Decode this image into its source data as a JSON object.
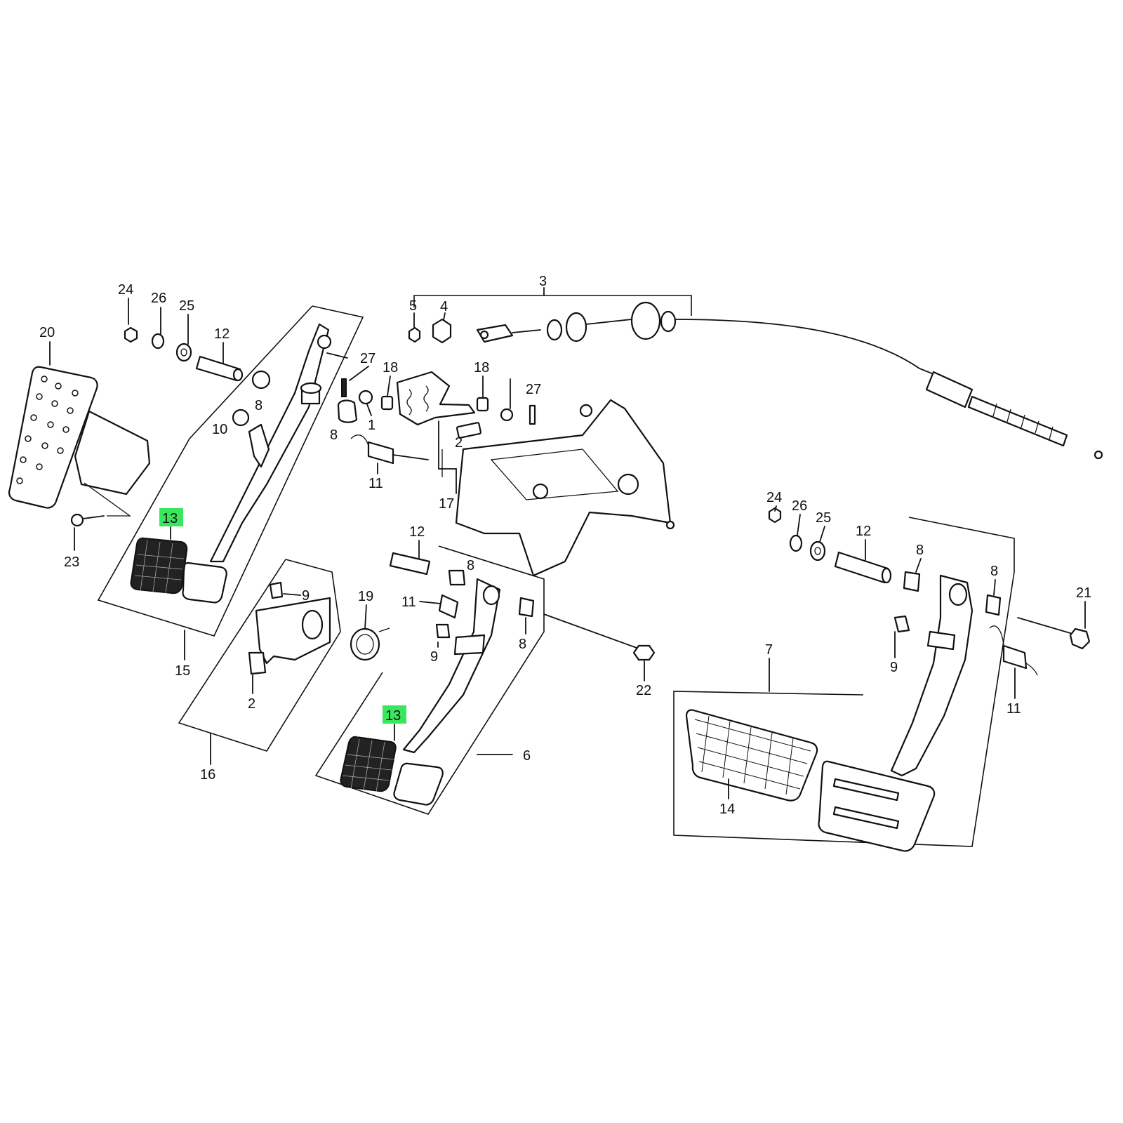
{
  "diagram": {
    "callouts": [
      {
        "id": "c24a",
        "text": "24"
      },
      {
        "id": "c26a",
        "text": "26"
      },
      {
        "id": "c25a",
        "text": "25"
      },
      {
        "id": "c12a",
        "text": "12"
      },
      {
        "id": "c20",
        "text": "20"
      },
      {
        "id": "c8a",
        "text": "8"
      },
      {
        "id": "c10",
        "text": "10"
      },
      {
        "id": "c23",
        "text": "23"
      },
      {
        "id": "c15",
        "text": "15"
      },
      {
        "id": "c27a",
        "text": "27"
      },
      {
        "id": "c18a",
        "text": "18"
      },
      {
        "id": "c8b",
        "text": "8"
      },
      {
        "id": "c1",
        "text": "1"
      },
      {
        "id": "c11a",
        "text": "11"
      },
      {
        "id": "c5",
        "text": "5"
      },
      {
        "id": "c4",
        "text": "4"
      },
      {
        "id": "c3",
        "text": "3"
      },
      {
        "id": "c18b",
        "text": "18"
      },
      {
        "id": "c27b",
        "text": "27"
      },
      {
        "id": "c2a",
        "text": "2"
      },
      {
        "id": "c17",
        "text": "17"
      },
      {
        "id": "c9a",
        "text": "9"
      },
      {
        "id": "c19",
        "text": "19"
      },
      {
        "id": "c2b",
        "text": "2"
      },
      {
        "id": "c16",
        "text": "16"
      },
      {
        "id": "c12b",
        "text": "12"
      },
      {
        "id": "c8c",
        "text": "8"
      },
      {
        "id": "c11b",
        "text": "11"
      },
      {
        "id": "c9b",
        "text": "9"
      },
      {
        "id": "c8d",
        "text": "8"
      },
      {
        "id": "c22",
        "text": "22"
      },
      {
        "id": "c6",
        "text": "6"
      },
      {
        "id": "c24b",
        "text": "24"
      },
      {
        "id": "c26b",
        "text": "26"
      },
      {
        "id": "c25b",
        "text": "25"
      },
      {
        "id": "c12c",
        "text": "12"
      },
      {
        "id": "c8e",
        "text": "8"
      },
      {
        "id": "c8f",
        "text": "8"
      },
      {
        "id": "c21",
        "text": "21"
      },
      {
        "id": "c7",
        "text": "7"
      },
      {
        "id": "c9c",
        "text": "9"
      },
      {
        "id": "c11c",
        "text": "11"
      },
      {
        "id": "c14",
        "text": "14"
      }
    ],
    "highlighted_callouts": [
      {
        "id": "h13a",
        "text": "13",
        "color": "#39e75f"
      },
      {
        "id": "h13b",
        "text": "13",
        "color": "#39e75f"
      }
    ]
  }
}
